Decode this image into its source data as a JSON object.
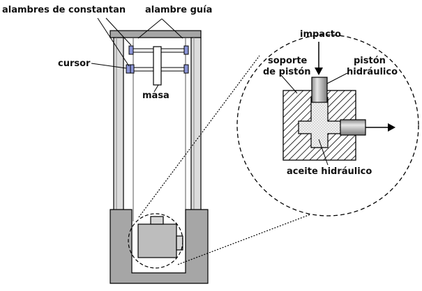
{
  "labels": {
    "constantan_wires": "alambres de constantan",
    "guide_wire": "alambre guía",
    "cursor": "cursor",
    "mass": "masa",
    "impact": "impacto",
    "piston_support_line1": "soporte",
    "piston_support_line2": "de pistón",
    "hydraulic_piston_line1": "pistón",
    "hydraulic_piston_line2": "hidráulico",
    "hydraulic_oil": "aceite hidráulico"
  },
  "colors": {
    "frame_fill": "#a6a6a6",
    "frame_stroke": "#000000",
    "sensor_fill": "#7f7f7f",
    "rail_fill": "#dcdcdc",
    "box_fill": "#c8c8c8",
    "cursor_fill": "#8c96d8",
    "hatch": "#000000",
    "oil_fill": "#eeeeee"
  }
}
